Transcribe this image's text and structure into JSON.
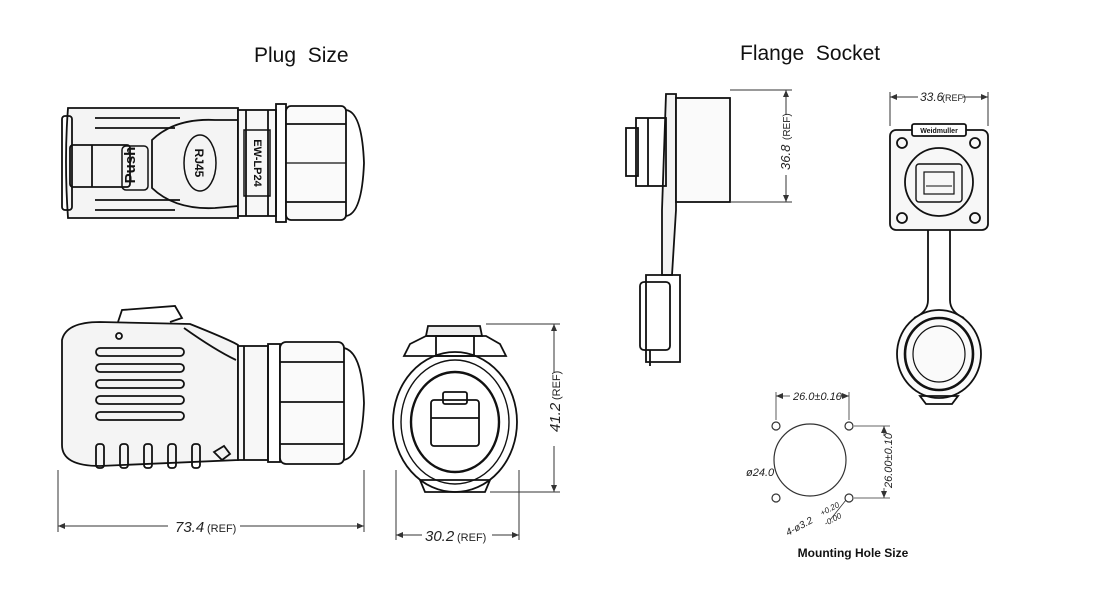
{
  "headings": {
    "plug": "Plug  Size",
    "flange": "Flange  Socket"
  },
  "plug": {
    "push_label": "Push",
    "rj45_label": "RJ45",
    "model_label": "EW-LP24",
    "dim_length": "73.4",
    "dim_width": "30.2",
    "dim_height": "41.2",
    "ref": "(REF)"
  },
  "flange": {
    "dim_depth": "36.8",
    "dim_width": "33.6",
    "ref": "(REF)",
    "brand": "Weidmuller"
  },
  "mounting": {
    "title": "Mounting Hole Size",
    "horizontal": "26.0±0.10",
    "vertical": "26.00±0.10",
    "diameter": "ø24.0",
    "holes": "4-ø3.2",
    "tol_plus": "+0.20",
    "tol_minus": "-0.00"
  },
  "colors": {
    "line": "#111111",
    "dim": "#333333"
  }
}
